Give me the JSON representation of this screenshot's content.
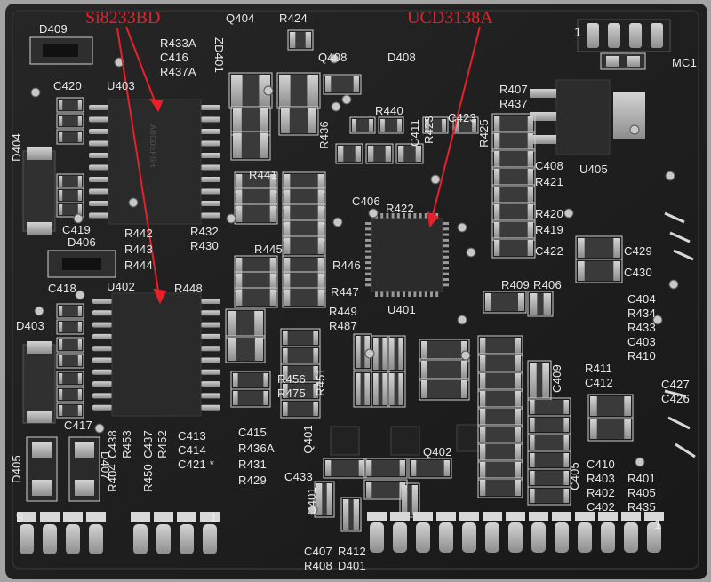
{
  "annotations": {
    "left_label": "Si8233BD",
    "right_label": "UCD3138A",
    "color": "#e8202a"
  },
  "silkscreen": {
    "d409": "D409",
    "q404": "Q404",
    "r424": "R424",
    "r433a": "R433A",
    "c416": "C416",
    "r437a": "R437A",
    "zd401": "ZD401",
    "q408": "Q408",
    "d408": "D408",
    "c420": "C420",
    "u403": "U403",
    "r440": "R440",
    "r407": "R407",
    "r437": "R437",
    "c423": "C423",
    "r423": "R423",
    "r436": "R436",
    "c411": "C411",
    "d404": "D404",
    "r441": "R441",
    "c408": "C408",
    "r421": "R421",
    "u405": "U405",
    "c406": "C406",
    "r422": "R422",
    "r420": "R420",
    "r419": "R419",
    "c419": "C419",
    "r442": "R442",
    "r443": "R443",
    "r444": "R444",
    "r432": "R432",
    "r430": "R430",
    "d406": "D406",
    "r445": "R445",
    "c422": "C422",
    "c429": "C429",
    "c430": "C430",
    "r446": "R446",
    "c418": "C418",
    "u402": "U402",
    "r448": "R448",
    "r447": "R447",
    "r409": "R409",
    "r406": "R406",
    "u401": "U401",
    "c404": "C404",
    "r434": "R434",
    "r433": "R433",
    "c403": "C403",
    "r410": "R410",
    "d403": "D403",
    "r449": "R449",
    "r487": "R487",
    "r411": "R411",
    "c412": "C412",
    "c409": "C409",
    "c427": "C427",
    "c426": "C426",
    "r456": "R456",
    "r475": "R475",
    "r451": "R451",
    "c417": "C417",
    "c413": "C413",
    "c414": "C414",
    "c421": "C421 *",
    "c415": "C415",
    "r436a": "R436A",
    "r431": "R431",
    "r429": "R429",
    "q401": "Q401",
    "q402": "Q402",
    "c438": "C438",
    "r453": "R453",
    "r404": "R404",
    "c437": "C437",
    "r452": "R452",
    "r450": "R450",
    "d405": "D405",
    "d407": "D407",
    "c433": "C433",
    "c401": "C401",
    "c410": "C410",
    "r403": "R403",
    "r402": "R402",
    "c402": "C402",
    "r401": "R401",
    "r405": "R405",
    "r435": "R435",
    "r425": "R425",
    "c405": "C405",
    "c407": "C407",
    "r412": "R412",
    "r408": "R408",
    "d401": "D401",
    "mc1": "MC1",
    "pin1_top": "1",
    "pin9": "9",
    "pin1_left": "1",
    "pin1_right": "1"
  },
  "colors": {
    "pcb": "#1e1e1e",
    "silk": "#e9e9e9",
    "pad": "#b9b9b9",
    "chip": "#272727"
  }
}
